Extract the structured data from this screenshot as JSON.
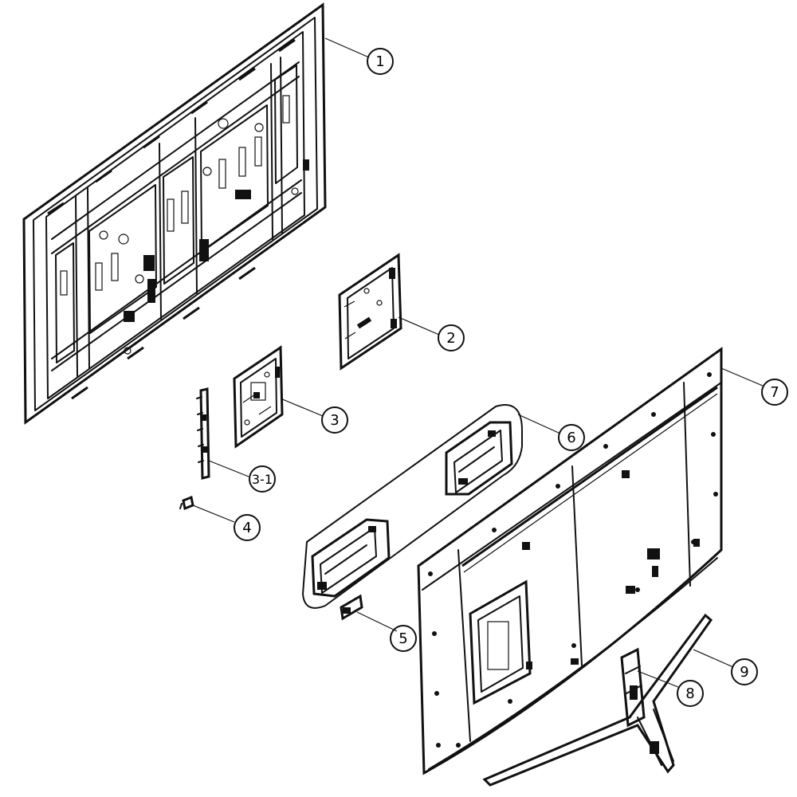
{
  "diagram": {
    "callouts": [
      {
        "id": "c1",
        "label": "1"
      },
      {
        "id": "c2",
        "label": "2"
      },
      {
        "id": "c3",
        "label": "3"
      },
      {
        "id": "c3-1",
        "label": "3-1"
      },
      {
        "id": "c4",
        "label": "4"
      },
      {
        "id": "c5",
        "label": "5"
      },
      {
        "id": "c6",
        "label": "6"
      },
      {
        "id": "c7",
        "label": "7"
      },
      {
        "id": "c8",
        "label": "8"
      },
      {
        "id": "c9",
        "label": "9"
      }
    ]
  }
}
